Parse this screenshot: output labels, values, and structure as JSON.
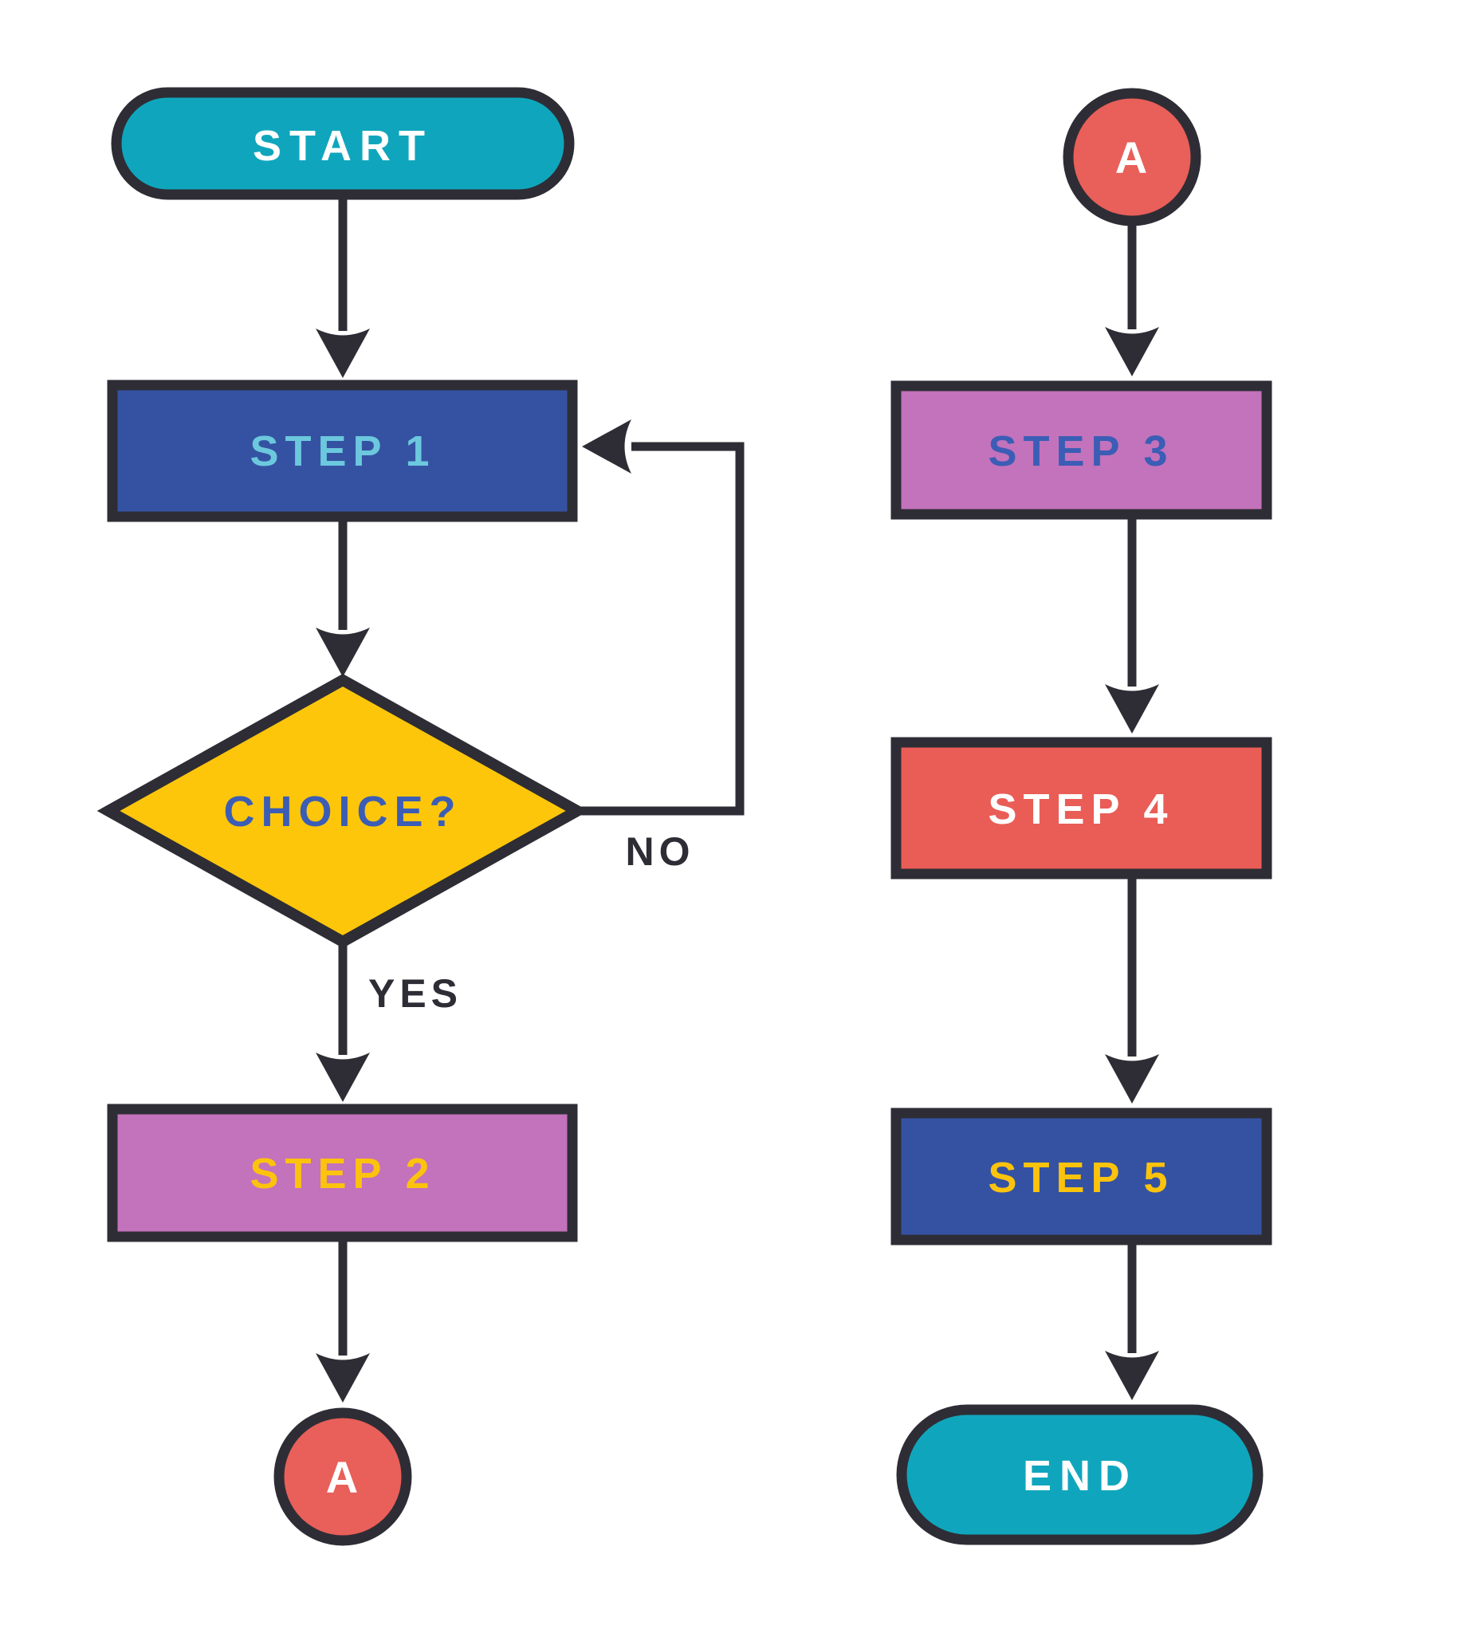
{
  "diagram": {
    "type": "flowchart",
    "background": "#ffffff",
    "outline_color": "#2e2d35",
    "connector_color": "#2e2d35",
    "nodes": {
      "start": {
        "label": "START",
        "shape": "terminator",
        "fill": "#0fa6bd",
        "text_color": "#ffffff"
      },
      "step1": {
        "label": "STEP 1",
        "shape": "process",
        "fill": "#3552a2",
        "text_color": "#6cc8dd"
      },
      "choice": {
        "label": "CHOICE?",
        "shape": "decision",
        "fill": "#fdc60b",
        "text_color": "#3b5db5"
      },
      "step2": {
        "label": "STEP 2",
        "shape": "process",
        "fill": "#c372bc",
        "text_color": "#fcc30d"
      },
      "a_left": {
        "label": "A",
        "shape": "connector",
        "fill": "#e95f59",
        "text_color": "#ffffff"
      },
      "a_right": {
        "label": "A",
        "shape": "connector",
        "fill": "#e95f59",
        "text_color": "#ffffff"
      },
      "step3": {
        "label": "STEP 3",
        "shape": "process",
        "fill": "#c372bc",
        "text_color": "#3b5db5"
      },
      "step4": {
        "label": "STEP 4",
        "shape": "process",
        "fill": "#e95d56",
        "text_color": "#ffffff"
      },
      "step5": {
        "label": "STEP 5",
        "shape": "process",
        "fill": "#3552a2",
        "text_color": "#fcc30d"
      },
      "end": {
        "label": "END",
        "shape": "terminator",
        "fill": "#0fa6bd",
        "text_color": "#ffffff"
      }
    },
    "edges": {
      "yes": {
        "label": "YES",
        "from": "choice",
        "to": "step2"
      },
      "no": {
        "label": "NO",
        "from": "choice",
        "to": "step1"
      }
    }
  }
}
